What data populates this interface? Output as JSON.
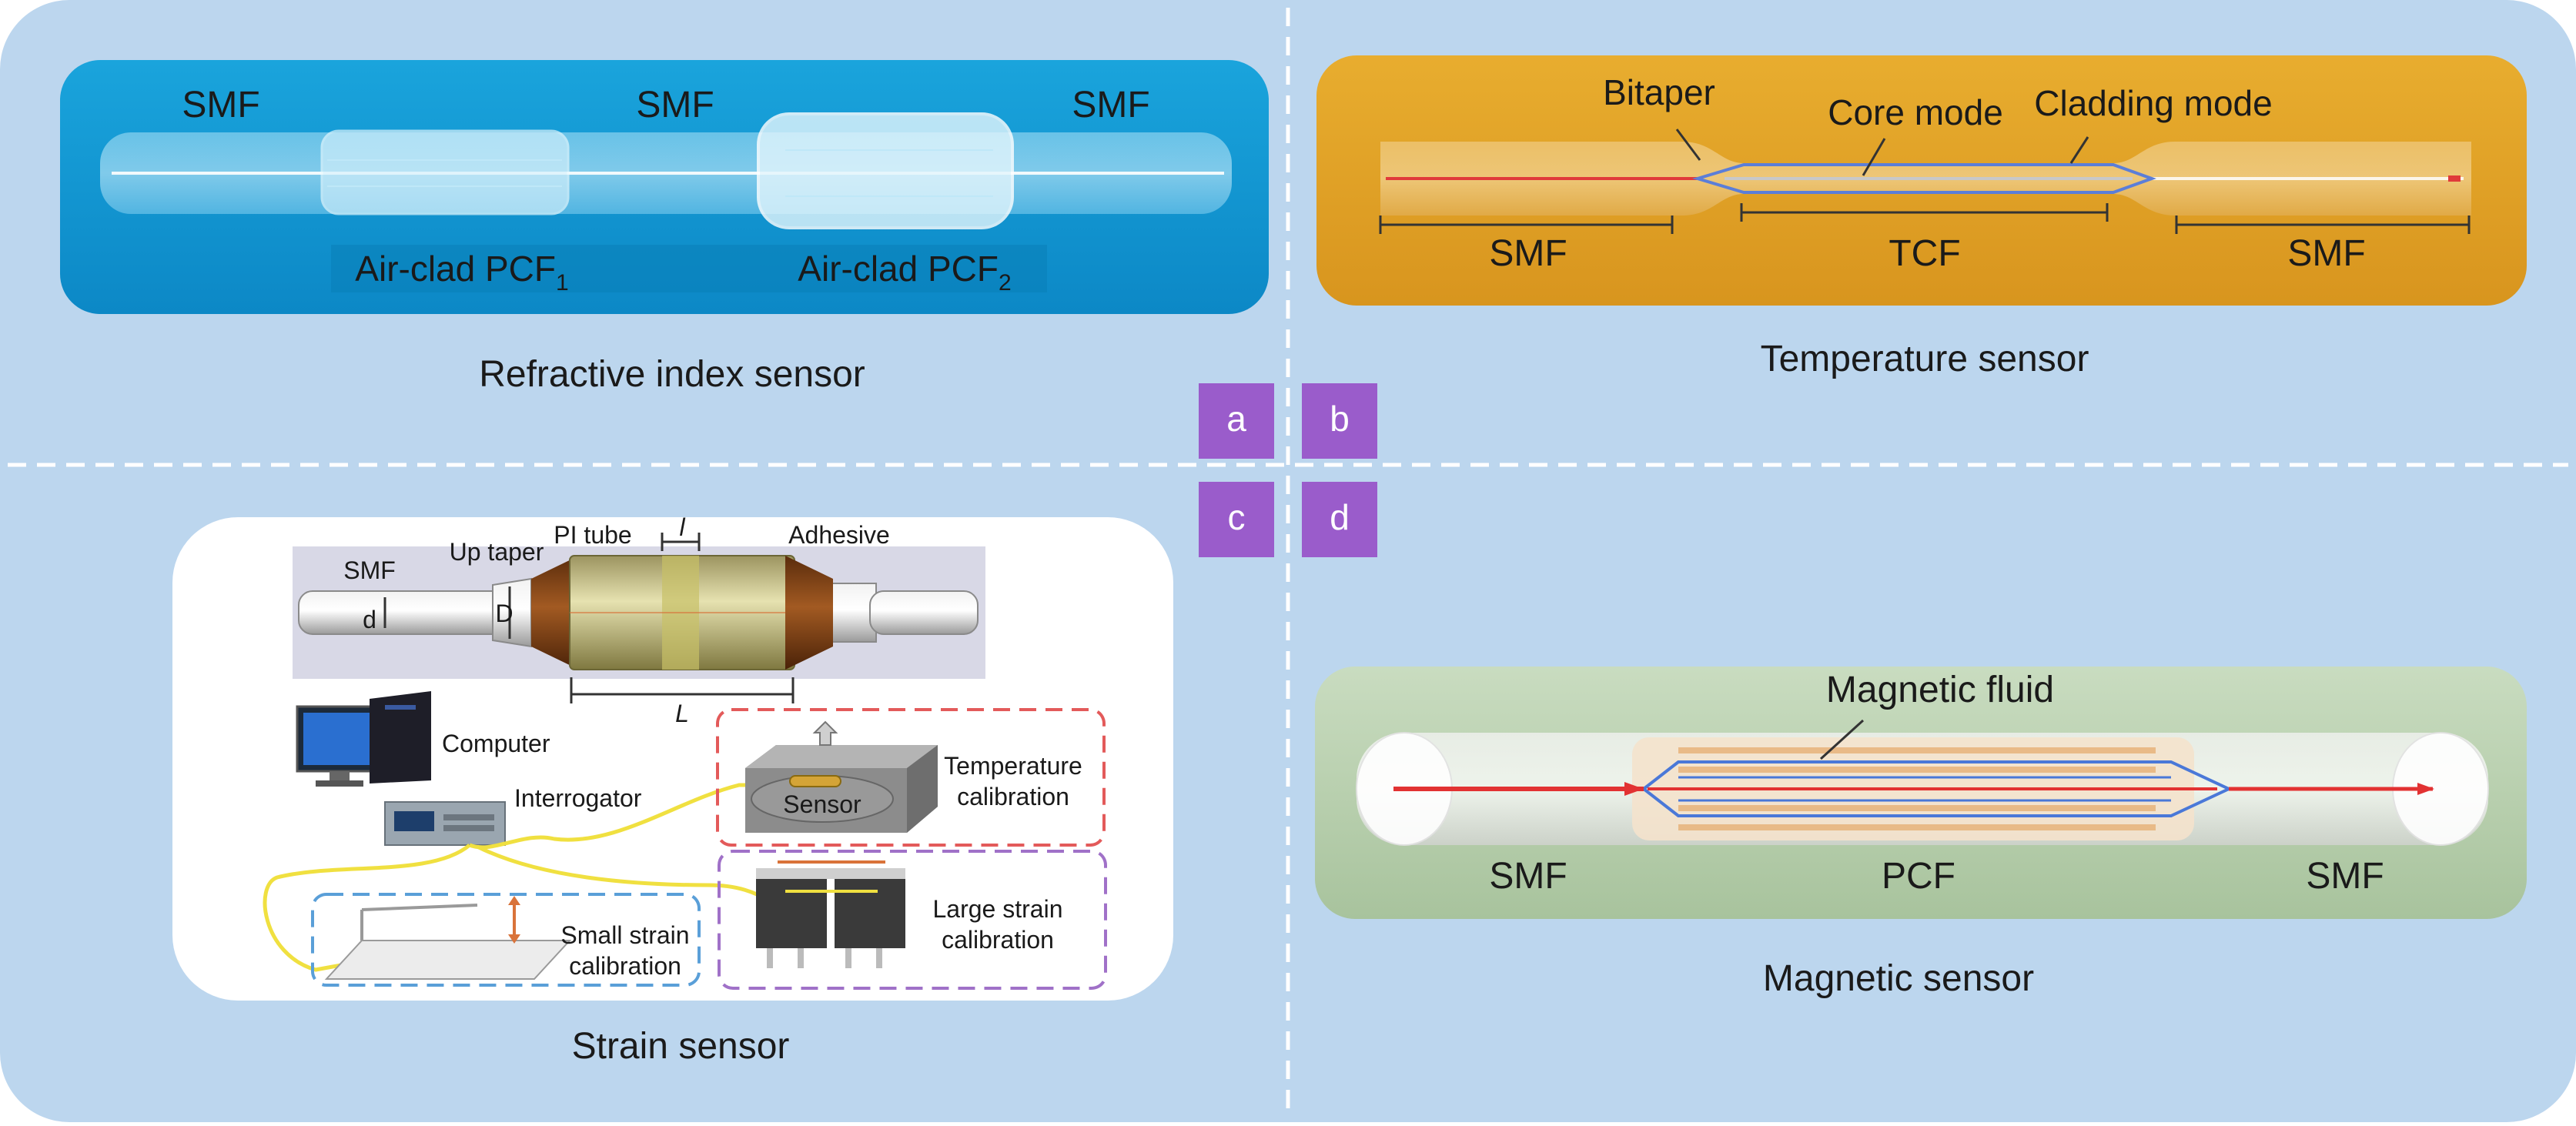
{
  "colors": {
    "background": "#bcd6ee",
    "divider": "#ffffff",
    "panel_a": "#1298d2",
    "panel_b": "#e1a227",
    "panel_d": "#b5ccab",
    "badge": "#9a5ccb",
    "red_border": "#e35a5a",
    "blue_border": "#5a9fd8",
    "purple_border": "#a071c8"
  },
  "badges": {
    "a": "a",
    "b": "b",
    "c": "c",
    "d": "d"
  },
  "panel_a": {
    "caption": "Refractive index sensor",
    "smf_left": "SMF",
    "smf_mid": "SMF",
    "smf_right": "SMF",
    "pcf1_text": "Air-clad PCF",
    "pcf1_sub": "1",
    "pcf2_text": "Air-clad PCF",
    "pcf2_sub": "2"
  },
  "panel_b": {
    "caption": "Temperature sensor",
    "bitaper": "Bitaper",
    "core_mode": "Core mode",
    "cladding_mode": "Cladding mode",
    "smf_left": "SMF",
    "tcf": "TCF",
    "smf_right": "SMF"
  },
  "panel_c": {
    "caption": "Strain sensor",
    "smf": "SMF",
    "up_taper": "Up taper",
    "pi_tube": "PI tube",
    "l_small": "l",
    "adhesive": "Adhesive",
    "d_small": "d",
    "d_big": "D",
    "l_big": "L",
    "computer": "Computer",
    "interrogator": "Interrogator",
    "sensor": "Sensor",
    "temp_cal_1": "Temperature",
    "temp_cal_2": "calibration",
    "small_strain_1": "Small strain",
    "small_strain_2": "calibration",
    "large_strain_1": "Large strain",
    "large_strain_2": "calibration"
  },
  "panel_d": {
    "caption": "Magnetic sensor",
    "magnetic_fluid": "Magnetic fluid",
    "smf_left": "SMF",
    "pcf": "PCF",
    "smf_right": "SMF"
  }
}
